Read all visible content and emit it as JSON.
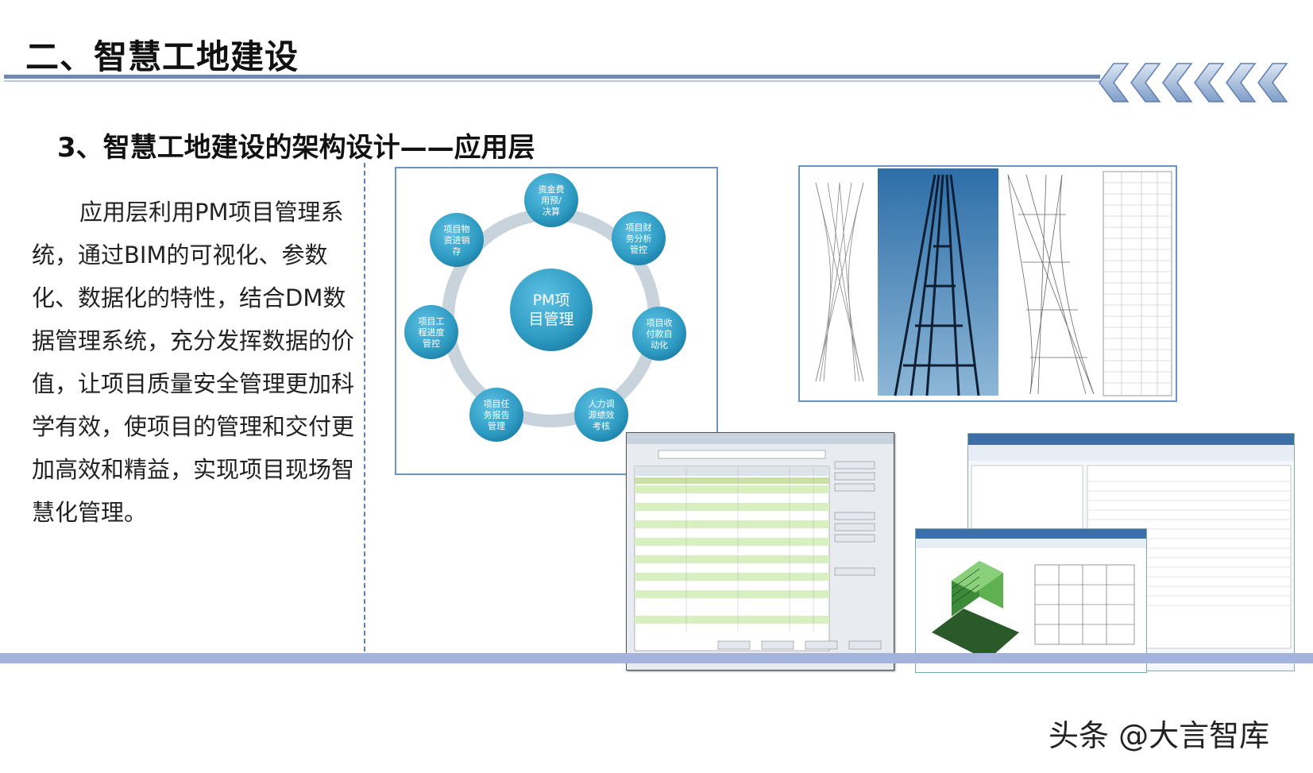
{
  "header": {
    "title": "二、智慧工地建设",
    "subtitle": "3、智慧工地建设的架构设计——应用层"
  },
  "body": {
    "paragraph": "应用层利用PM项目管理系统，通过BIM的可视化、参数化、数据化的特性，结合DM数据管理系统，充分发挥数据的价值，让项目质量安全管理更加科学有效，使项目的管理和交付更加高效和精益，实现项目现场智慧化管理。"
  },
  "pm_diagram": {
    "center": [
      "PM项",
      "目管理"
    ],
    "nodes": [
      [
        "资金费",
        "用预/",
        "决算"
      ],
      [
        "项目财",
        "务分析",
        "管控"
      ],
      [
        "项目收",
        "付款自",
        "动化"
      ],
      [
        "人力调",
        "源绩效",
        "考核"
      ],
      [
        "项目任",
        "务报告",
        "管理"
      ],
      [
        "项目工",
        "程进度",
        "管控"
      ],
      [
        "项目物",
        "资进销",
        "存"
      ]
    ],
    "colors": {
      "ring": "#c9d3dc",
      "node": "#2f9cc4",
      "node_dark": "#1d7fa6",
      "text": "#ffffff"
    }
  },
  "watermark": "头条 @大言智库",
  "colors": {
    "accent": "#6a88b8",
    "band": "#a4b3dc",
    "frame": "#6f93c0"
  }
}
